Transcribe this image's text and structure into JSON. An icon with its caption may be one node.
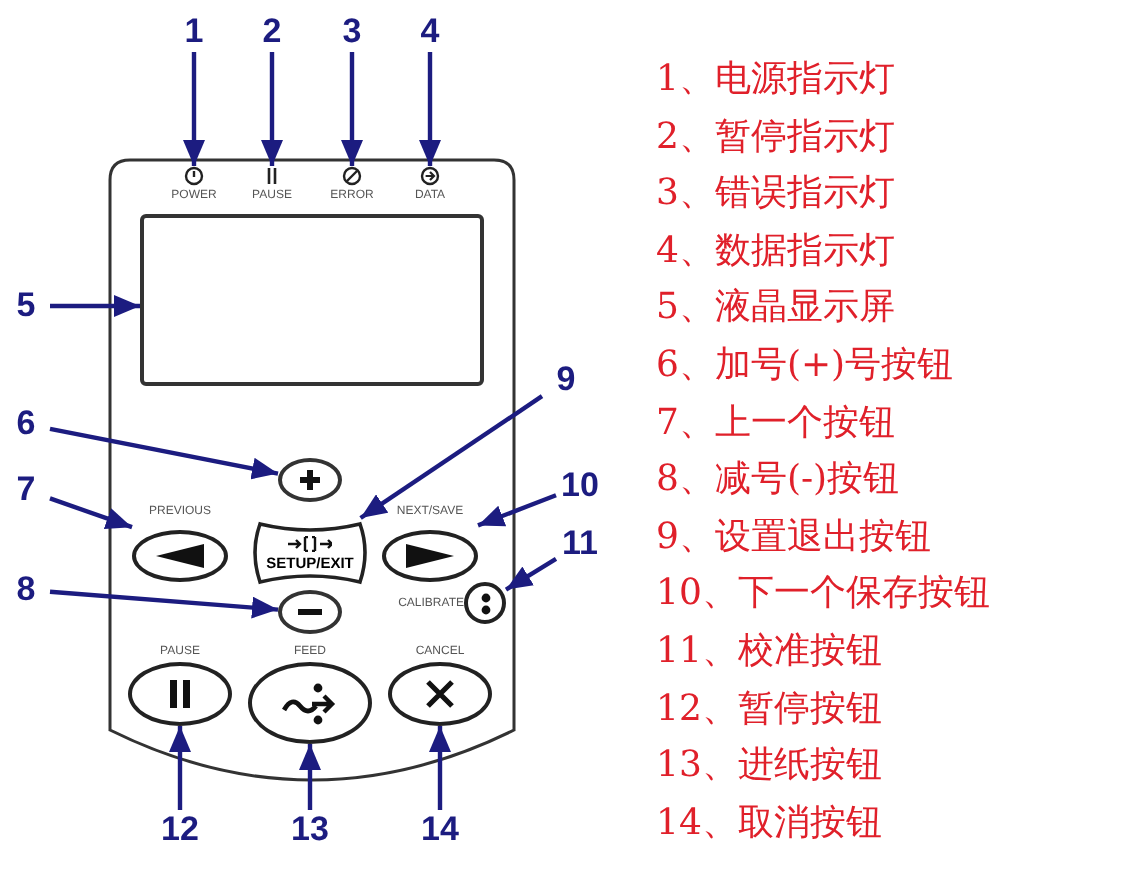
{
  "diagram": {
    "nodes": [
      {
        "text": [
          "1"
        ]
      },
      {
        "text": [
          "2"
        ]
      },
      {
        "text": [
          "3"
        ]
      },
      {
        "text": [
          "4"
        ]
      },
      {
        "text": [
          "5"
        ]
      },
      {
        "text": [
          "6"
        ]
      },
      {
        "text": [
          "7"
        ]
      },
      {
        "text": [
          "8"
        ]
      },
      {
        "text": [
          "9"
        ]
      },
      {
        "text": [
          "10"
        ]
      },
      {
        "text": [
          "11"
        ]
      },
      {
        "text": [
          "12"
        ]
      },
      {
        "text": [
          "13"
        ]
      },
      {
        "text": [
          "14"
        ]
      },
      {
        "text": [
          "POWER"
        ]
      },
      {
        "text": [
          "PAUSE"
        ]
      },
      {
        "text": [
          "ERROR"
        ]
      },
      {
        "text": [
          "DATA"
        ]
      },
      {
        "text": [],
        "shape": "box"
      },
      {
        "text": [],
        "shape": "ellipse"
      },
      {
        "text": [
          "PREVIOUS"
        ]
      },
      {
        "text": [
          "SETUP/EXIT"
        ]
      },
      {
        "text": [
          "NEXT/SAVE"
        ]
      },
      {
        "text": [
          "CALIBRATE"
        ]
      },
      {
        "text": [],
        "shape": "ellipse"
      },
      {
        "text": [
          "PAUSE"
        ]
      },
      {
        "text": [
          "FEED"
        ]
      },
      {
        "text": [
          "CANCEL"
        ]
      }
    ],
    "edges": [
      {
        "from": 0,
        "to": 14,
        "arrow": "to"
      },
      {
        "from": 1,
        "to": 15,
        "arrow": "to"
      },
      {
        "from": 2,
        "to": 16,
        "arrow": "to"
      },
      {
        "from": 3,
        "to": 17,
        "arrow": "to"
      },
      {
        "from": 4,
        "to": 18,
        "arrow": "to"
      },
      {
        "from": 5,
        "to": 19,
        "arrow": "to"
      },
      {
        "from": 6,
        "to": 20,
        "arrow": "to"
      },
      {
        "from": 7,
        "to": 24,
        "arrow": "to"
      },
      {
        "from": 8,
        "to": 21,
        "arrow": "to"
      },
      {
        "from": 9,
        "to": 22,
        "arrow": "to"
      },
      {
        "from": 10,
        "to": 23,
        "arrow": "to"
      },
      {
        "from": 11,
        "to": 25,
        "arrow": "to"
      },
      {
        "from": 12,
        "to": 26,
        "arrow": "to"
      },
      {
        "from": 13,
        "to": 27,
        "arrow": "to"
      }
    ],
    "labels": [
      "1、电源指示灯",
      "2、暂停指示灯",
      "3、错误指示灯",
      "4、数据指示灯",
      "5、液晶显示屏",
      "6、加号(+)号按钮",
      "7、上一个按钮",
      "8、减号(-)按钮",
      "9、设置退出按钮",
      "10、下一个保存按钮",
      "11、校准按钮",
      "12、暂停按钮",
      "13、进纸按钮",
      "14、取消按钮"
    ]
  }
}
